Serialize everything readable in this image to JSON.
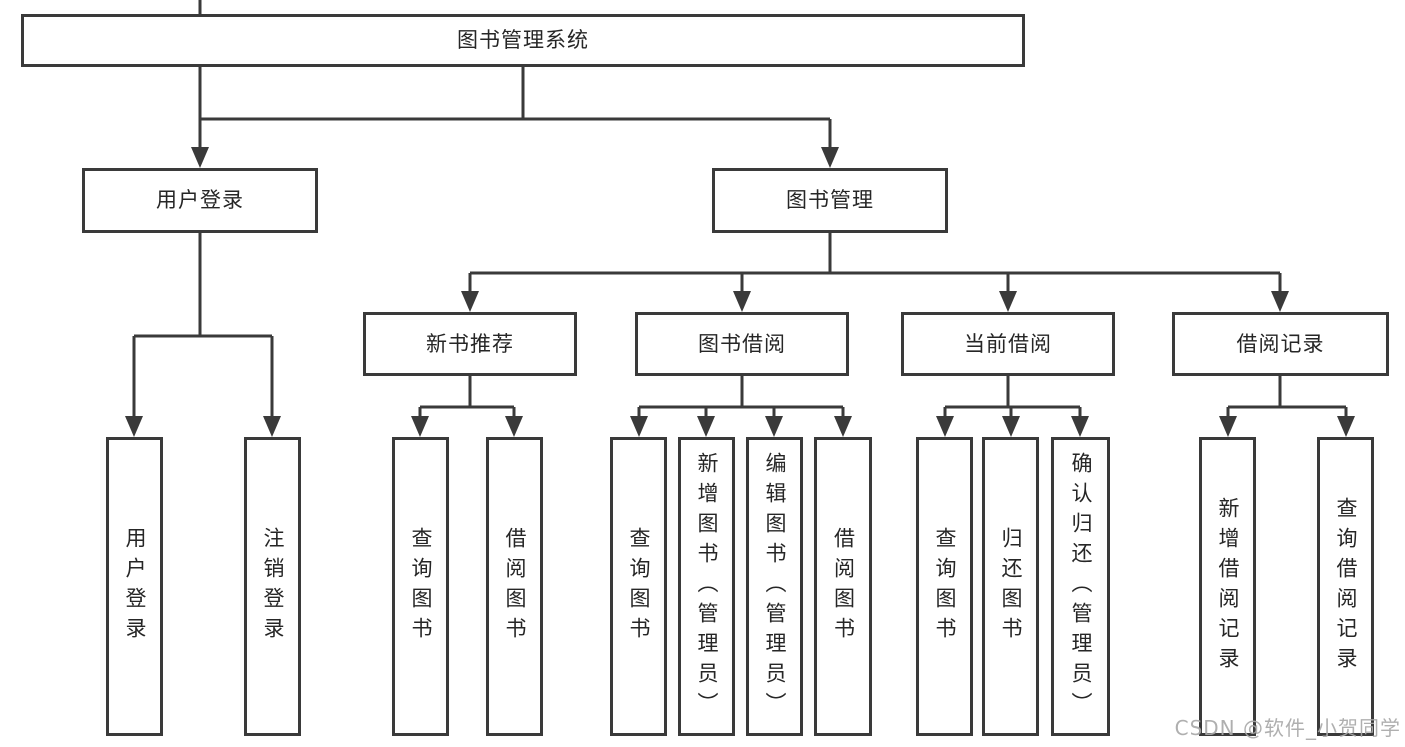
{
  "diagram_title": "图书管理系统",
  "tree": {
    "label": "图书管理系统",
    "children": [
      {
        "label": "用户登录",
        "children": [
          {
            "label": "用户登录"
          },
          {
            "label": "注销登录"
          }
        ]
      },
      {
        "label": "图书管理",
        "children": [
          {
            "label": "新书推荐",
            "children": [
              {
                "label": "查询图书"
              },
              {
                "label": "借阅图书"
              }
            ]
          },
          {
            "label": "图书借阅",
            "children": [
              {
                "label": "查询图书"
              },
              {
                "label": "新增图书（管理员）"
              },
              {
                "label": "编辑图书（管理员）"
              },
              {
                "label": "借阅图书"
              }
            ]
          },
          {
            "label": "当前借阅",
            "children": [
              {
                "label": "查询图书"
              },
              {
                "label": "归还图书"
              },
              {
                "label": "确认归还（管理员）"
              }
            ]
          },
          {
            "label": "借阅记录",
            "children": [
              {
                "label": "新增借阅记录"
              },
              {
                "label": "查询借阅记录"
              }
            ]
          }
        ]
      }
    ]
  },
  "watermark": "CSDN @软件_小贺同学",
  "colors": {
    "line": "#3a3a3a",
    "text": "#262626",
    "watermark": "#a9a9a9",
    "background": "#ffffff"
  }
}
